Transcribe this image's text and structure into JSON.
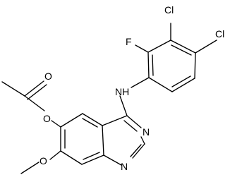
{
  "atoms": {
    "cl_top": "Cl",
    "cl_right": "Cl",
    "f": "F",
    "nh": "NH",
    "o_carbonyl": "O",
    "o_ester": "O",
    "n_ring_3": "N",
    "n_ring_1": "N",
    "o_methoxy": "O"
  },
  "colors": {
    "bond": "#000000",
    "background": "#ffffff"
  }
}
